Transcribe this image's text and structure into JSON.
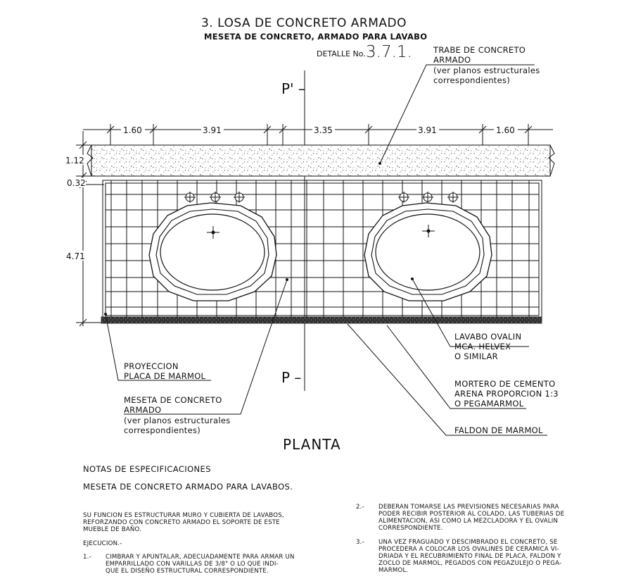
{
  "header": {
    "title": "3. LOSA DE CONCRETO ARMADO",
    "subtitle": "MESETA DE CONCRETO, ARMADO PARA LAVABO",
    "detail_prefix": "DETALLE No.",
    "detail_number": "3.7.1."
  },
  "section_marks": {
    "top": "P' –",
    "bottom": "P  –"
  },
  "dimensions": {
    "horizontal": [
      "1.60",
      "3.91",
      "3.35",
      "3.91",
      "1.60"
    ],
    "vertical": [
      "1.12",
      "0.32",
      "4.71"
    ]
  },
  "labels": {
    "trabe": [
      "TRABE DE CONCRETO",
      "ARMADO",
      "(ver planos estructurales",
      "correspondientes)"
    ],
    "lavabo": [
      "LAVABO OVALIN",
      "MCA. HELVEX",
      "O SIMILAR"
    ],
    "mortero": [
      "MORTERO DE CEMENTO",
      "ARENA PROPORCION 1:3",
      "O PEGAMARMOL"
    ],
    "faldon": [
      "FALDON DE MARMOL"
    ],
    "proyeccion": [
      "PROYECCION",
      "PLACA DE MARMOL"
    ],
    "meseta": [
      "MESETA DE CONCRETO",
      "ARMADO",
      "(ver planos estructurales",
      "correspondientes)"
    ]
  },
  "view_title": "PLANTA",
  "notes": {
    "heading": "NOTAS DE ESPECIFICACIONES",
    "item_title": "MESETA DE CONCRETO ARMADO PARA LAVABOS.",
    "function": [
      "SU FUNCION ES ESTRUCTURAR MURO Y CUBIERTA DE LAVABOS,",
      "REFORZANDO CON CONCRETO ARMADO EL SOPORTE DE ESTE",
      "MUEBLE DE BAÑO."
    ],
    "execution_heading": "EJECUCION.-",
    "step1_number": "1.-",
    "step1": [
      "CIMBRAR Y APUNTALAR, ADECUADAMENTE PARA ARMAR UN",
      "EMPARRILLADO CON VARILLAS DE 3/8\" O LO QUE INDI-",
      "QUE EL DISEÑO ESTRUCTURAL CORRESPONDIENTE."
    ],
    "step2_number": "2.-",
    "step2": [
      "DEBERAN TOMARSE LAS PREVISIONES NECESARIAS PARA",
      "PODER RECIBIR POSTERIOR AL COLADO, LAS TUBERIAS DE",
      "ALIMENTACION, ASI COMO LA MEZCLADORA Y EL OVALIN",
      "CORRESPONDIENTE."
    ],
    "step3_number": "3.-",
    "step3": [
      "UNA VEZ FRAGUADO Y DESCIMBRADO EL CONCRETO, SE",
      "PROCEDERA A COLOCAR LOS OVALINES DE CERAMICA VI-",
      "DRIADA Y EL RECUBRIMIENTO FINAL DE PLACA, FALDON Y",
      "ZOCLO DE MARMOL, PEGADOS CON PEGAZULEJO O PEGA-",
      "MARMOL."
    ]
  }
}
